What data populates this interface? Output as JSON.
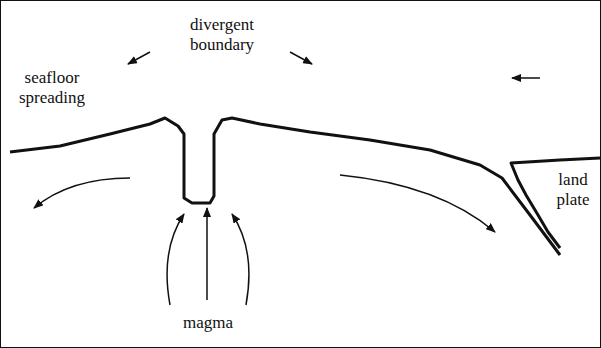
{
  "diagram": {
    "labels": [
      "divergent boundary",
      "seafloor spreading",
      "magma",
      "land plate"
    ]
  }
}
